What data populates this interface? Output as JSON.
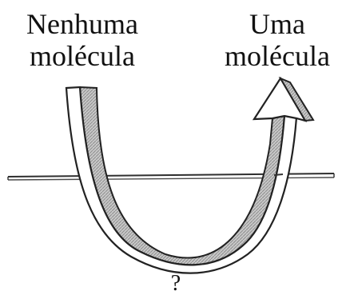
{
  "labels": {
    "left_line1": "Nenhuma",
    "left_line2": "molécula",
    "right_line1": "Uma",
    "right_line2": "molécula",
    "bottom": "?"
  },
  "colors": {
    "stroke": "#222222",
    "hatch_fill": "#b8b8b8",
    "ribbon_face": "#ffffff",
    "line": "#333333"
  }
}
